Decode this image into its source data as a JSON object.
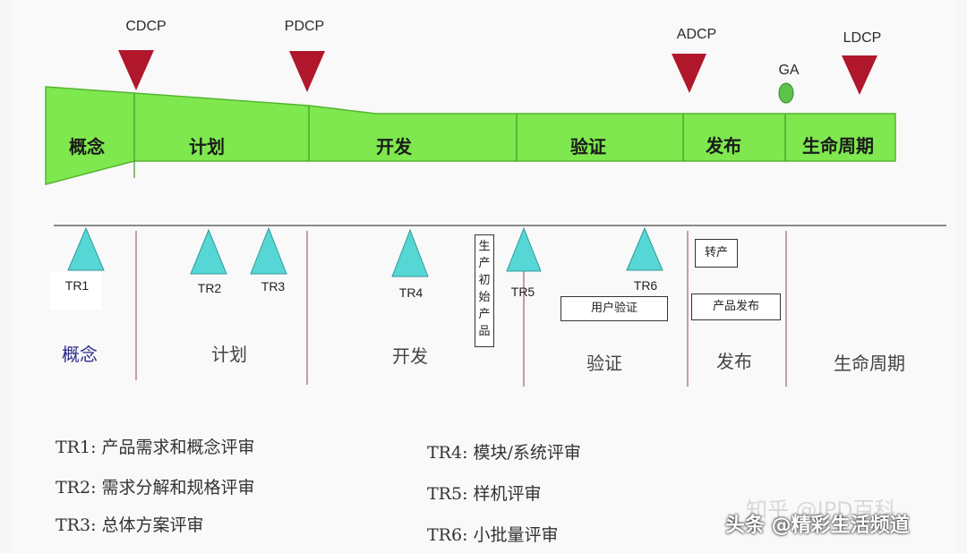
{
  "gates": [
    {
      "name": "CDCP"
    },
    {
      "name": "PDCP"
    },
    {
      "name": "ADCP"
    },
    {
      "name": "GA"
    },
    {
      "name": "LDCP"
    }
  ],
  "phases": [
    "概念",
    "计划",
    "开发",
    "验证",
    "发布",
    "生命周期"
  ],
  "trs": [
    "TR1",
    "TR2",
    "TR3",
    "TR4",
    "TR5",
    "TR6"
  ],
  "boxes": {
    "initial_product": [
      "生",
      "产",
      "初",
      "始",
      "产",
      "品"
    ],
    "user_verify": "用户验证",
    "transfer": "转产",
    "release": "产品发布"
  },
  "legend": {
    "tr1": "TR1: 产品需求和概念评审",
    "tr2": "TR2: 需求分解和规格评审",
    "tr3": "TR3: 总体方案评审",
    "tr4": "TR4: 模块/系统评审",
    "tr5": "TR5: 样机评审",
    "tr6": "TR6: 小批量评审"
  },
  "watermark": {
    "faint": "知乎 @IPD百科",
    "main": "头条 @精彩生活频道"
  },
  "colors": {
    "band_green": "#7ee84e",
    "gate_red": "#b0172b",
    "ga_green": "#5cc24a",
    "tr_teal": "#56d6d4",
    "lower_phase_blue": "#2b2b8c"
  }
}
